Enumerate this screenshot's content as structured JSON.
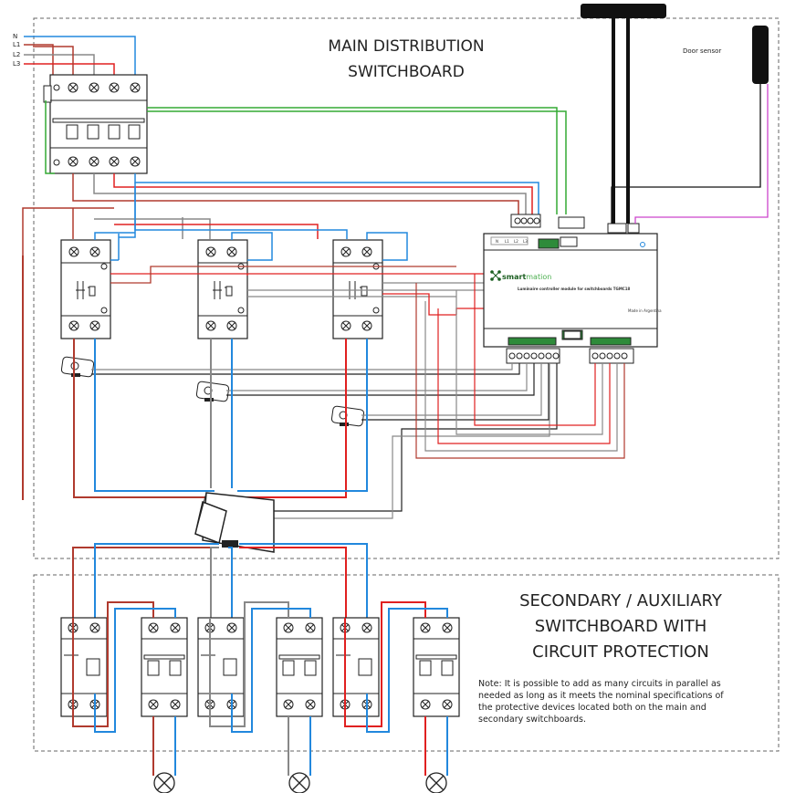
{
  "main_board": {
    "title_line1": "MAIN DISTRIBUTION",
    "title_line2": "SWITCHBOARD"
  },
  "secondary_board": {
    "title_line1": "SECONDARY / AUXILIARY",
    "title_line2": "SWITCHBOARD WITH",
    "title_line3": "CIRCUIT PROTECTION"
  },
  "supply_lines": [
    "N",
    "L1",
    "L2",
    "L3"
  ],
  "door_sensor_label": "Door sensor",
  "note": {
    "line1": "Note: It is possible to add as many circuits in parallel as",
    "line2": "needed as long as it meets the nominal specifications of",
    "line3": "the protective devices located both on the main and",
    "line4": "secondary switchboards."
  },
  "controller": {
    "brand_prefix": "smart",
    "brand_suffix": "mation",
    "description": "Luminaire controller module for switchboards TGMC18",
    "made_in": "Made in Argentina",
    "terminal_labels": [
      "N",
      "L1",
      "L2",
      "L3"
    ]
  },
  "colors": {
    "neutral": "#2288dd",
    "phase_l1": "#b03a2e",
    "phase_l2": "#888888",
    "phase_l3": "#e02020",
    "earth_green": "#33aa33",
    "sensor_purple": "#cc44cc",
    "sensor_black": "#111111",
    "border_dash": "#666666",
    "terminal_green": "#2e8b3a"
  },
  "icons": [
    "breaker-icon",
    "contactor-icon",
    "current-clamp-icon",
    "lamp-icon",
    "door-sensor-icon",
    "antenna-icon"
  ]
}
